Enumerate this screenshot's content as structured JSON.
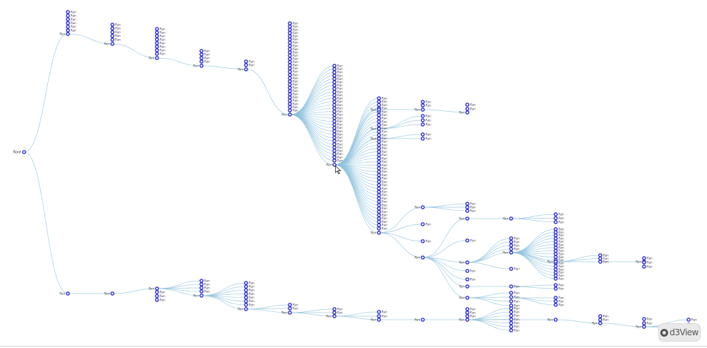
{
  "diagram": {
    "type": "collapsible-tree",
    "root_label": "Root",
    "node_label": "Run",
    "node_stroke_color": "#2a2ad6",
    "link_color": "#8fc3dd",
    "background_color": "#ffffff"
  },
  "watermark": {
    "text": "d3View",
    "icon": "camera-lens-icon"
  },
  "pointer": {
    "icon": "mouse-pointer-icon"
  }
}
